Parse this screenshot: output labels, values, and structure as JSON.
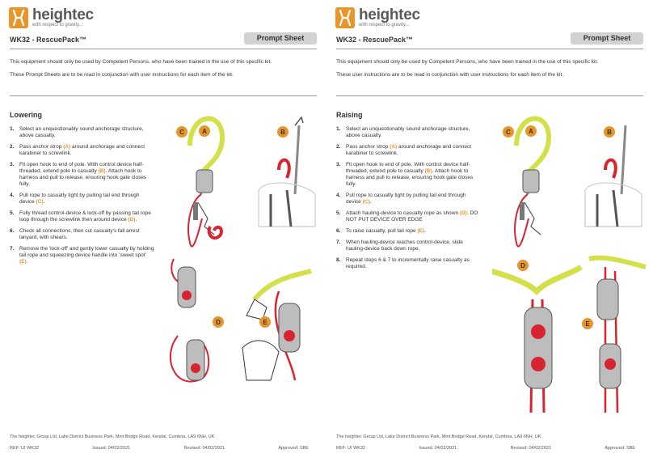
{
  "brand": {
    "name": "heightec",
    "tagline": "with respect to gravity...",
    "colors": {
      "accent": "#e8952a",
      "rope": "#d8242f",
      "strop": "#d4e04a",
      "metal": "#9a9a9a"
    }
  },
  "header": {
    "title": "WK32 - RescuePack™",
    "prompt_label": "Prompt Sheet"
  },
  "intro": {
    "competent": "This equipment should only be used by Competent Persons, who have been trained in the use of this specific kit.",
    "left_conjunction": "These Prompt Sheets are to be read in conjunction with user instructions for each item of the kit.",
    "right_conjunction": "These user instructions are to be read in conjunction with user instructions for each item of the kit."
  },
  "lowering": {
    "heading": "Lowering",
    "steps": [
      {
        "num": "1.",
        "text": "Select an unquestionably sound anchorage structure, above casualty."
      },
      {
        "num": "2.",
        "pre": "Pass anchor strop ",
        "hl": "(A)",
        "post": " around anchorage and connect karabiner to screwlink."
      },
      {
        "num": "3.",
        "pre": "Fit open hook to end of pole. With control device half-threaded, extend pole to casualty ",
        "hl": "(B)",
        "post": ". Attach hook to harness and pull to release, ensuring hook gate closes fully."
      },
      {
        "num": "4.",
        "pre": "Pull rope to casualty tight by pulling tail end through device ",
        "hl": "(C)",
        "post": "."
      },
      {
        "num": "5.",
        "pre": "Fully thread control-device & lock-off by passing tail rope loop through the screwlink then around device ",
        "hl": "(D)",
        "post": "."
      },
      {
        "num": "6.",
        "text": "Check all connections, then cut casualty's fall arrest lanyard, with shears."
      },
      {
        "num": "7.",
        "pre": "Remove the 'lock-off' and gently lower casualty by holding tail rope and squeezing device handle into 'sweet spot' ",
        "hl": "(E)",
        "post": "."
      }
    ]
  },
  "raising": {
    "heading": "Raising",
    "steps": [
      {
        "num": "1.",
        "text": "Select an unquestionably sound anchorage structure, above casualty."
      },
      {
        "num": "2.",
        "pre": "Pass anchor strop ",
        "hl": "(A)",
        "post": " around anchorage and connect karabiner to screwlink."
      },
      {
        "num": "3.",
        "pre": "Fit open hook to end of pole. With control device half-threaded, extend pole to casualty ",
        "hl": "(B)",
        "post": ". Attach hook to harness and pull to release, ensuring hook gate closes fully."
      },
      {
        "num": "4.",
        "pre": "Pull rope to casualty tight by pulling tail end through device ",
        "hl": "(C)",
        "post": "."
      },
      {
        "num": "5.",
        "pre": "Attach hauling-device to casualty rope as shown ",
        "hl": "(D)",
        "post": ". DO NOT PUT DEVICE OVER EDGE"
      },
      {
        "num": "6.",
        "pre": "To raise casualty, pull tail rope ",
        "hl": "(E)",
        "post": "."
      },
      {
        "num": "7.",
        "text": "When hauling-device reaches control-device, slide hauling-device back down rope."
      },
      {
        "num": "8.",
        "text": "Repeat steps 6 & 7 to incrementally raise casualty as required."
      }
    ]
  },
  "labels": {
    "a": "A",
    "b": "B",
    "c": "C",
    "d": "D",
    "e": "E"
  },
  "footer": {
    "address": "The heightec Group Ltd, Lake District Business Park, Mint Bridge Road, Kendal, Cumbria, LA9 6NH, UK",
    "ref": "REF: UI WK32",
    "issued": "Issued: 04/02/2021",
    "revised": "Revised: 04/02/2021",
    "approved": "Approved: SBE"
  }
}
